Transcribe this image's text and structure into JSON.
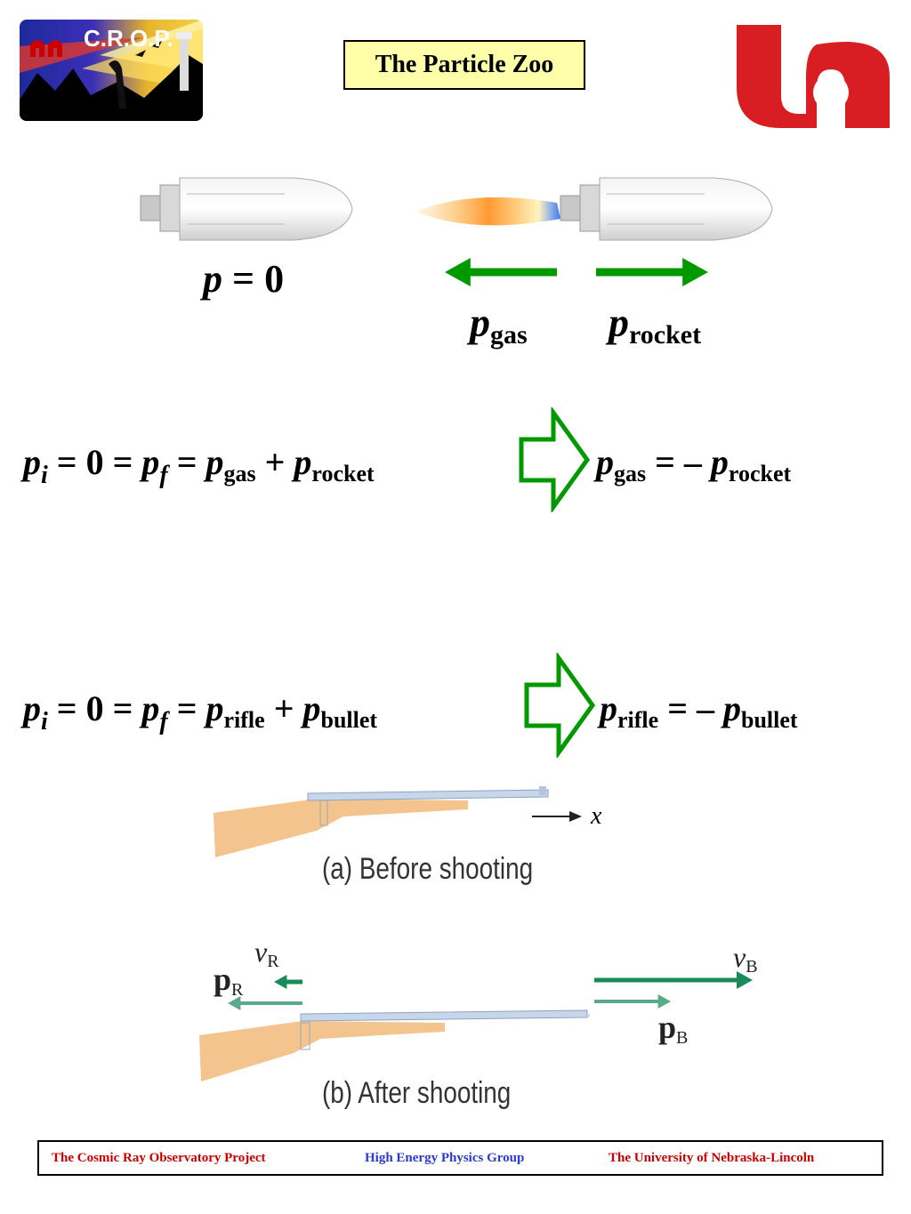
{
  "header": {
    "logo_text": "C.R.O.P.",
    "title": "The Particle Zoo"
  },
  "rocket_diagram": {
    "p_zero": {
      "p": "p",
      "rest": " = 0"
    },
    "gas_label": {
      "p": "p",
      "sub": "gas"
    },
    "rocket_label": {
      "p": "p",
      "sub": "rocket"
    },
    "arrow_color": "#009900"
  },
  "equations": {
    "rocket": {
      "lhs": [
        {
          "t": "p",
          "s": "i"
        },
        {
          "t": " = 0 = "
        },
        {
          "t": "p",
          "s": "f"
        },
        {
          "t": " = "
        },
        {
          "t": "p",
          "b": "gas"
        },
        {
          "t": " + "
        },
        {
          "t": "p",
          "b": "rocket"
        }
      ],
      "rhs": [
        {
          "t": "p",
          "b": "gas"
        },
        {
          "t": " = – "
        },
        {
          "t": "p",
          "b": "rocket"
        }
      ]
    },
    "rifle": {
      "lhs": [
        {
          "t": "p",
          "s": "i"
        },
        {
          "t": " = 0 = "
        },
        {
          "t": "p",
          "s": "f"
        },
        {
          "t": " = "
        },
        {
          "t": "p",
          "b": "rifle"
        },
        {
          "t": " + "
        },
        {
          "t": "p",
          "b": "bullet"
        }
      ],
      "rhs": [
        {
          "t": "p",
          "b": "rifle"
        },
        {
          "t": " = – "
        },
        {
          "t": "p",
          "b": "bullet"
        }
      ]
    },
    "implies_arrow_color": "#009900"
  },
  "rifle_figures": {
    "before": {
      "axis_label": "x",
      "caption": "(a) Before shooting"
    },
    "after": {
      "vR": {
        "v": "v",
        "sub": "R"
      },
      "pR": {
        "p": "p",
        "sub": "R"
      },
      "vB": {
        "v": "v",
        "sub": "B"
      },
      "pB": {
        "p": "p",
        "sub": "B"
      },
      "caption": "(b) After shooting",
      "velocity_color": "#1a8a5a",
      "momentum_color": "#5aaa8a"
    }
  },
  "footer": {
    "left": "The Cosmic Ray Observatory Project",
    "center": "High Energy Physics Group",
    "right": "The University of Nebraska-Lincoln",
    "left_color": "#cc0000",
    "center_color": "#2a3acc",
    "right_color": "#cc0000"
  }
}
